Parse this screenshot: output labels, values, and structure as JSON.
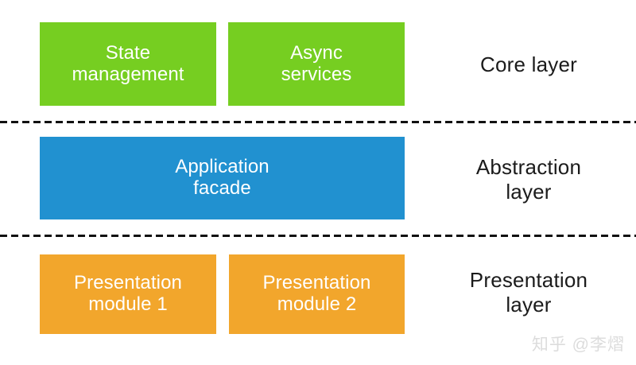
{
  "diagram": {
    "background_color": "#ffffff",
    "layers": [
      {
        "id": "core",
        "caption": "Core layer",
        "color": "#76ce21",
        "blocks": [
          {
            "label": "State\nmanagement"
          },
          {
            "label": "Async\nservices"
          }
        ]
      },
      {
        "id": "abstraction",
        "caption": "Abstraction\nlayer",
        "color": "#2191d0",
        "blocks": [
          {
            "label": "Application\nfacade"
          }
        ]
      },
      {
        "id": "presentation",
        "caption": "Presentation\nlayer",
        "color": "#f2a62c",
        "blocks": [
          {
            "label": "Presentation\nmodule 1"
          },
          {
            "label": "Presentation\nmodule 2"
          }
        ]
      }
    ],
    "separators": [
      {
        "style": "dashed",
        "color": "#111111"
      },
      {
        "style": "dashed",
        "color": "#111111"
      }
    ],
    "block_text_color": "#ffffff",
    "caption_text_color": "#1b1b1b"
  },
  "watermark": {
    "text": "知乎 @李熠",
    "color": "#dcdcdc"
  }
}
